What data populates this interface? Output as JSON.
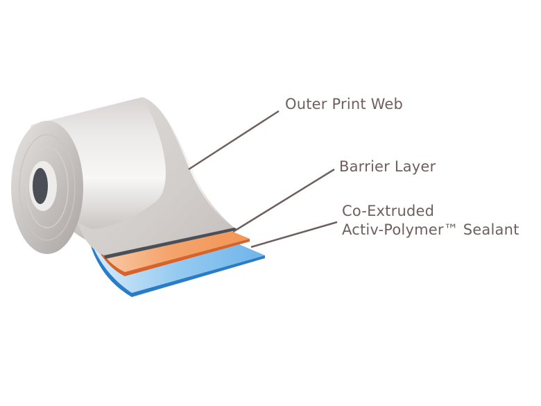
{
  "labels": {
    "outer_print_web": "Outer Print Web",
    "barrier_layer": "Barrier Layer",
    "sealant_line1": "Co-Extruded",
    "sealant_line2": "Activ-Polymer™ Sealant"
  },
  "colors": {
    "label_text": "#6e5f5c",
    "leader_line": "#6e5f5c",
    "outer_web": "#d8d4d2",
    "outer_web_edge": "#4a4f58",
    "barrier_layer": "#f4a36a",
    "barrier_edge": "#d8622a",
    "sealant_layer": "#8ec5ee",
    "sealant_edge": "#2a7cc8"
  }
}
